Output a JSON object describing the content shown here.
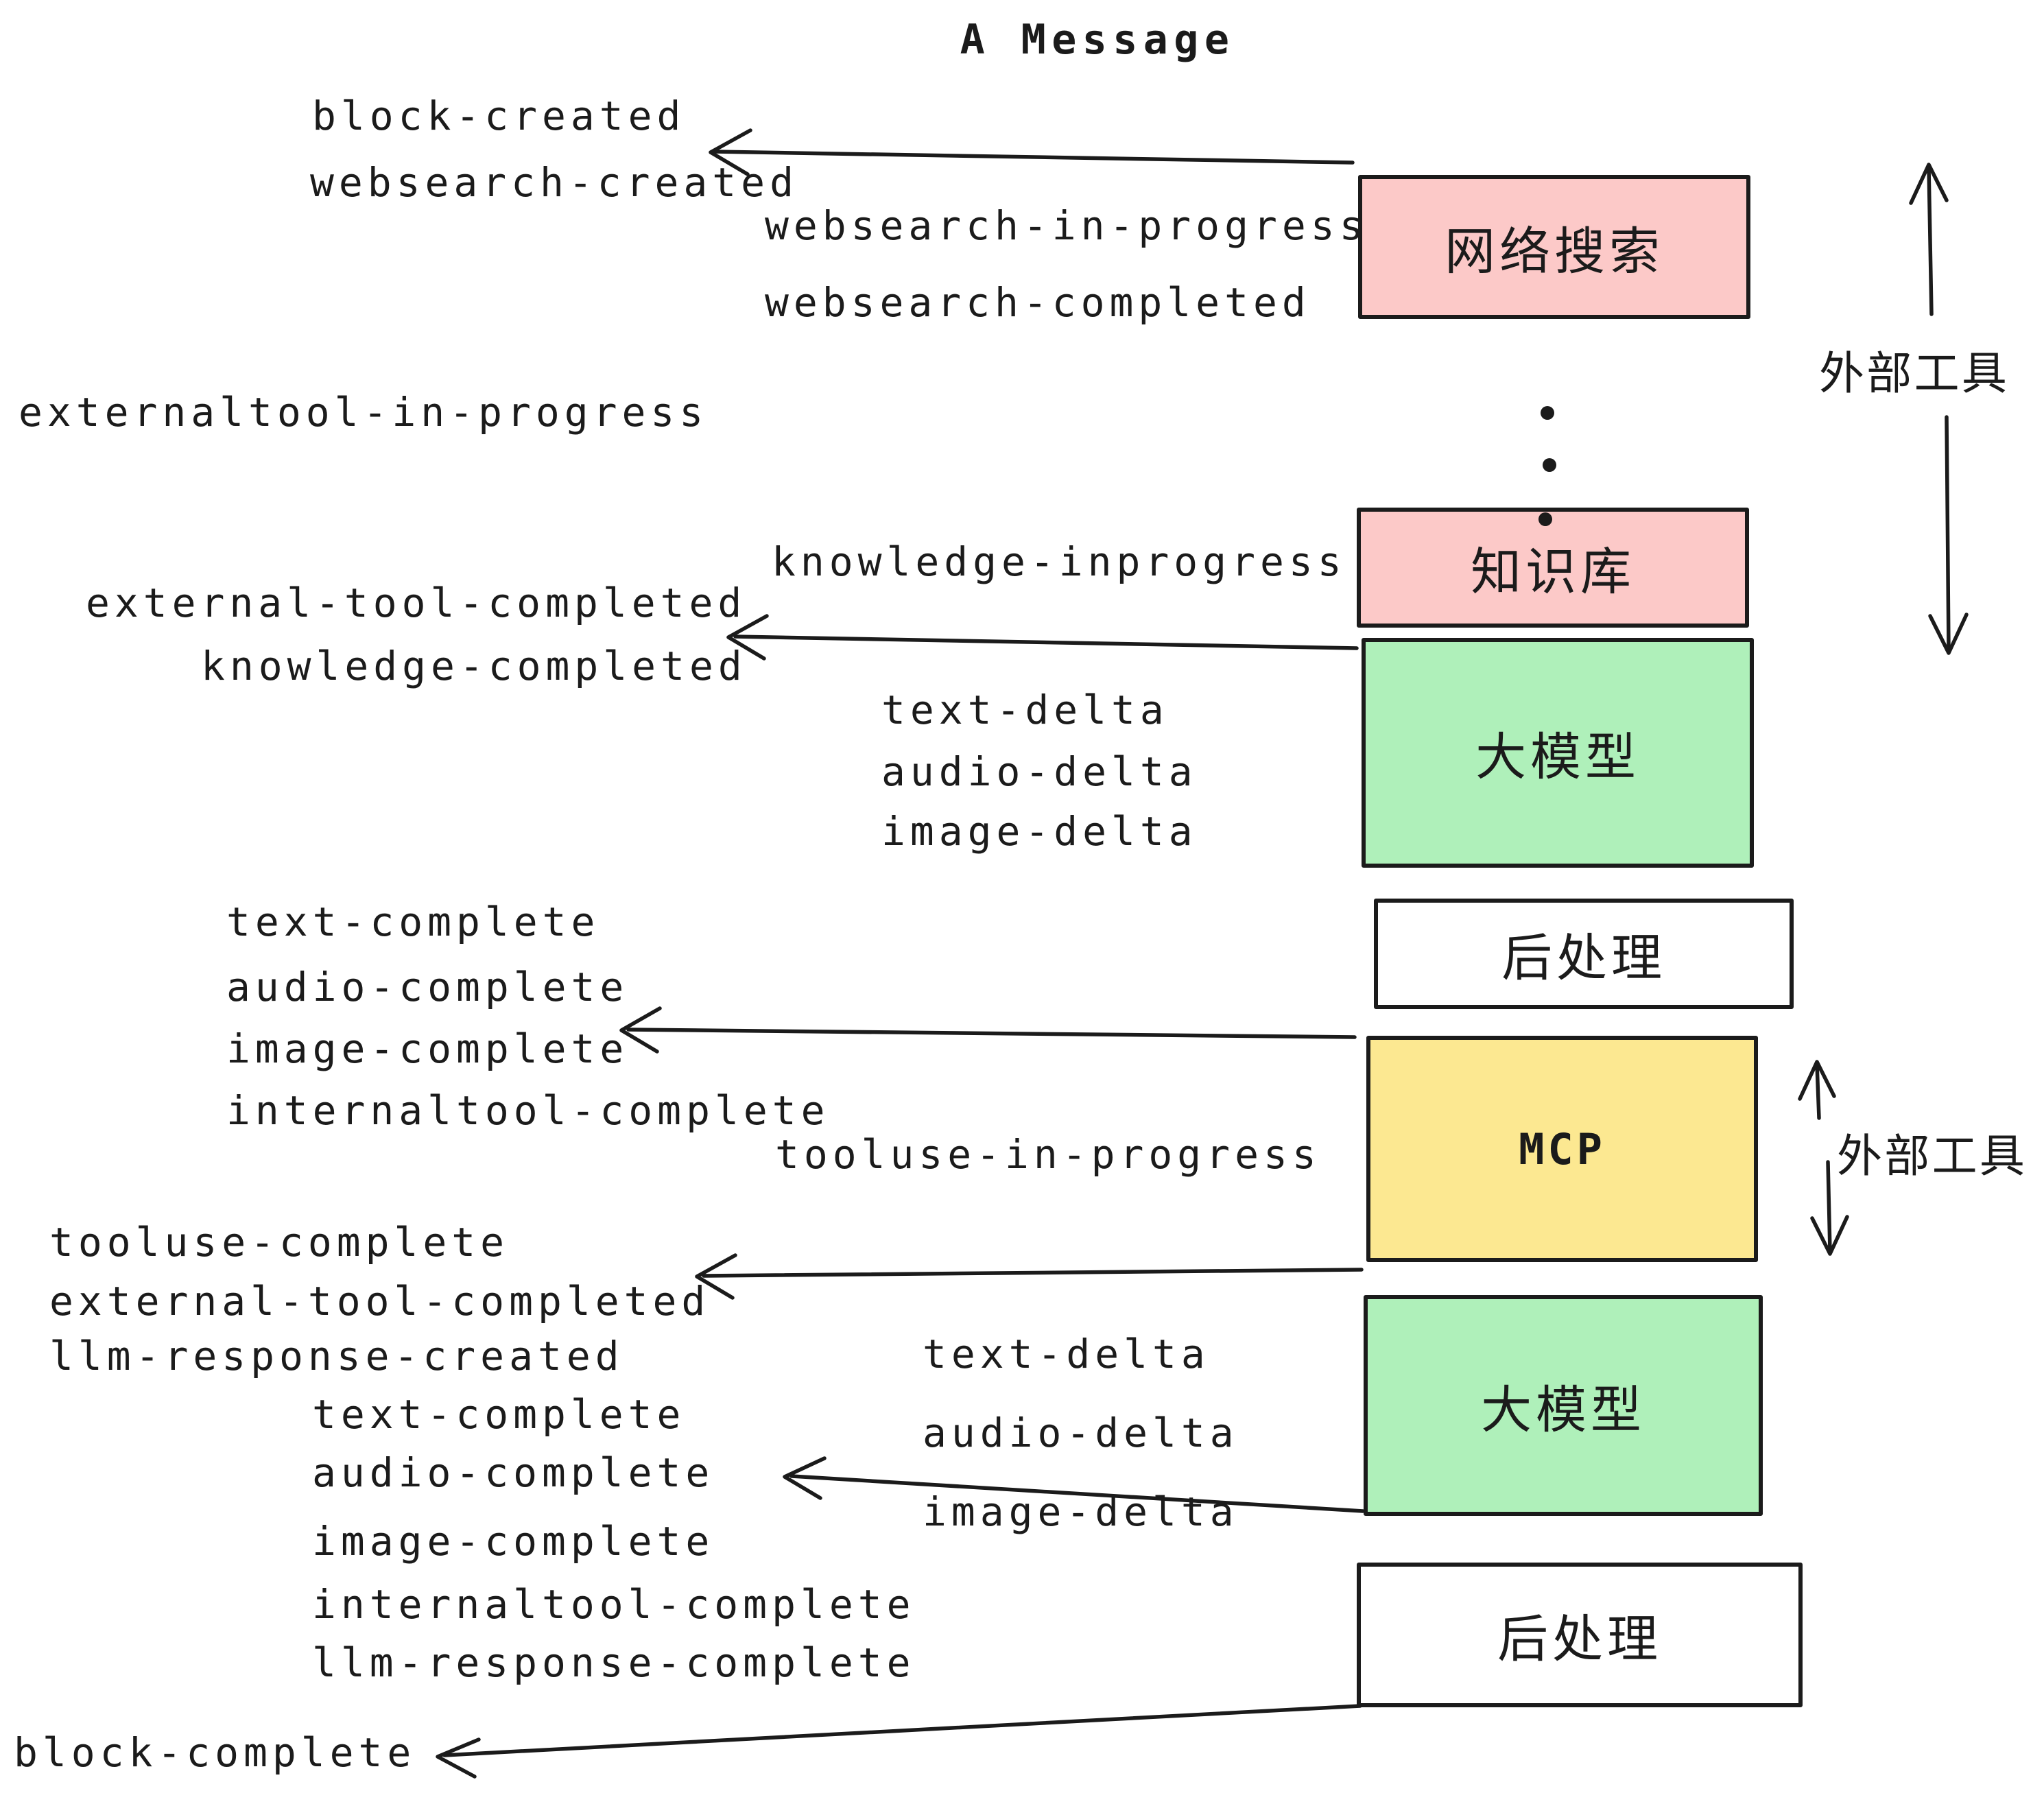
{
  "title": "A Message",
  "colors": {
    "pink": "#fcc9c8",
    "green": "#aff0ba",
    "yellow": "#fce891",
    "white": "#ffffff",
    "ink": "#1b1b1b"
  },
  "boxes": [
    {
      "label": "网络搜索",
      "color": "pink"
    },
    {
      "label": "知识库",
      "color": "pink"
    },
    {
      "label": "大模型",
      "color": "green"
    },
    {
      "label": "后处理",
      "color": "white"
    },
    {
      "label": "MCP",
      "color": "yellow"
    },
    {
      "label": "大模型",
      "color": "green"
    },
    {
      "label": "后处理",
      "color": "white"
    }
  ],
  "side_labels": {
    "external_tools_top": "外部工具",
    "external_tools_mid": "外部工具"
  },
  "events": {
    "block_created": "block-created",
    "websearch_created": "websearch-created",
    "websearch_in_progress": "websearch-in-progress",
    "websearch_completed": "websearch-completed",
    "externaltool_in_progress": "externaltool-in-progress",
    "knowledge_inprogress": "knowledge-inprogress",
    "external_tool_completed": "external-tool-completed",
    "knowledge_completed": "knowledge-completed",
    "text_delta": "text-delta",
    "audio_delta": "audio-delta",
    "image_delta": "image-delta",
    "text_complete": "text-complete",
    "audio_complete": "audio-complete",
    "image_complete": "image-complete",
    "internaltool_complete": "internaltool-complete",
    "tooluse_in_progress": "tooluse-in-progress",
    "tooluse_complete": "tooluse-complete",
    "llm_response_created": "llm-response-created",
    "llm_response_complete": "llm-response-complete",
    "block_complete": "block-complete"
  }
}
